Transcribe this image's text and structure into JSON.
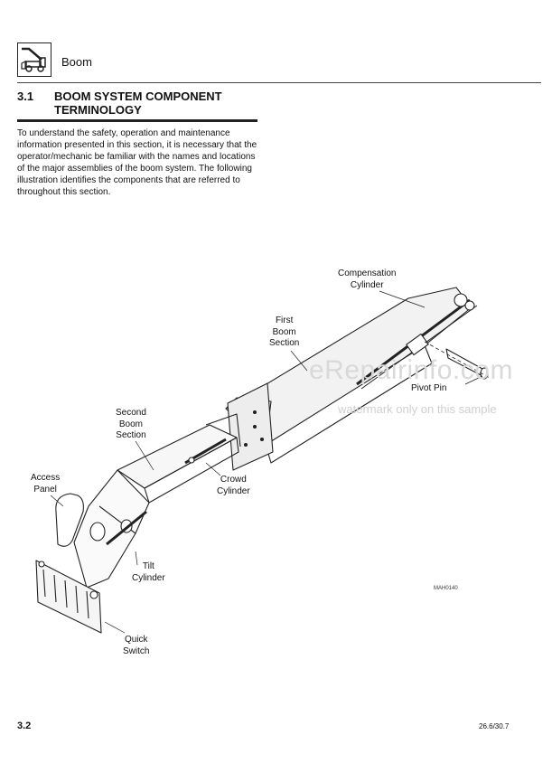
{
  "header": {
    "title": "Boom",
    "icon": "boom-loader-icon"
  },
  "section": {
    "number": "3.1",
    "title": "BOOM SYSTEM COMPONENT TERMINOLOGY",
    "intro": "To understand the safety, operation and maintenance information presented in this section, it is necessary that the operator/mechanic be familiar with the names and locations of the major assemblies of the boom system. The following illustration identifies the components that are referred to throughout this section."
  },
  "figure": {
    "labels": {
      "compensation_cylinder": "Compensation\nCylinder",
      "first_boom_section": "First\nBoom\nSection",
      "pivot_pin": "Pivot Pin",
      "second_boom_section": "Second\nBoom\nSection",
      "crowd_cylinder": "Crowd\nCylinder",
      "access_panel": "Access\nPanel",
      "tilt_cylinder": "Tilt\nCylinder",
      "quick_switch": "Quick\nSwitch"
    },
    "code": "MAH0140"
  },
  "watermark": {
    "main": "eRepairinfo.com",
    "sub": "watermark only on this sample"
  },
  "footer": {
    "page": "3.2",
    "code": "26.6/30.7"
  }
}
